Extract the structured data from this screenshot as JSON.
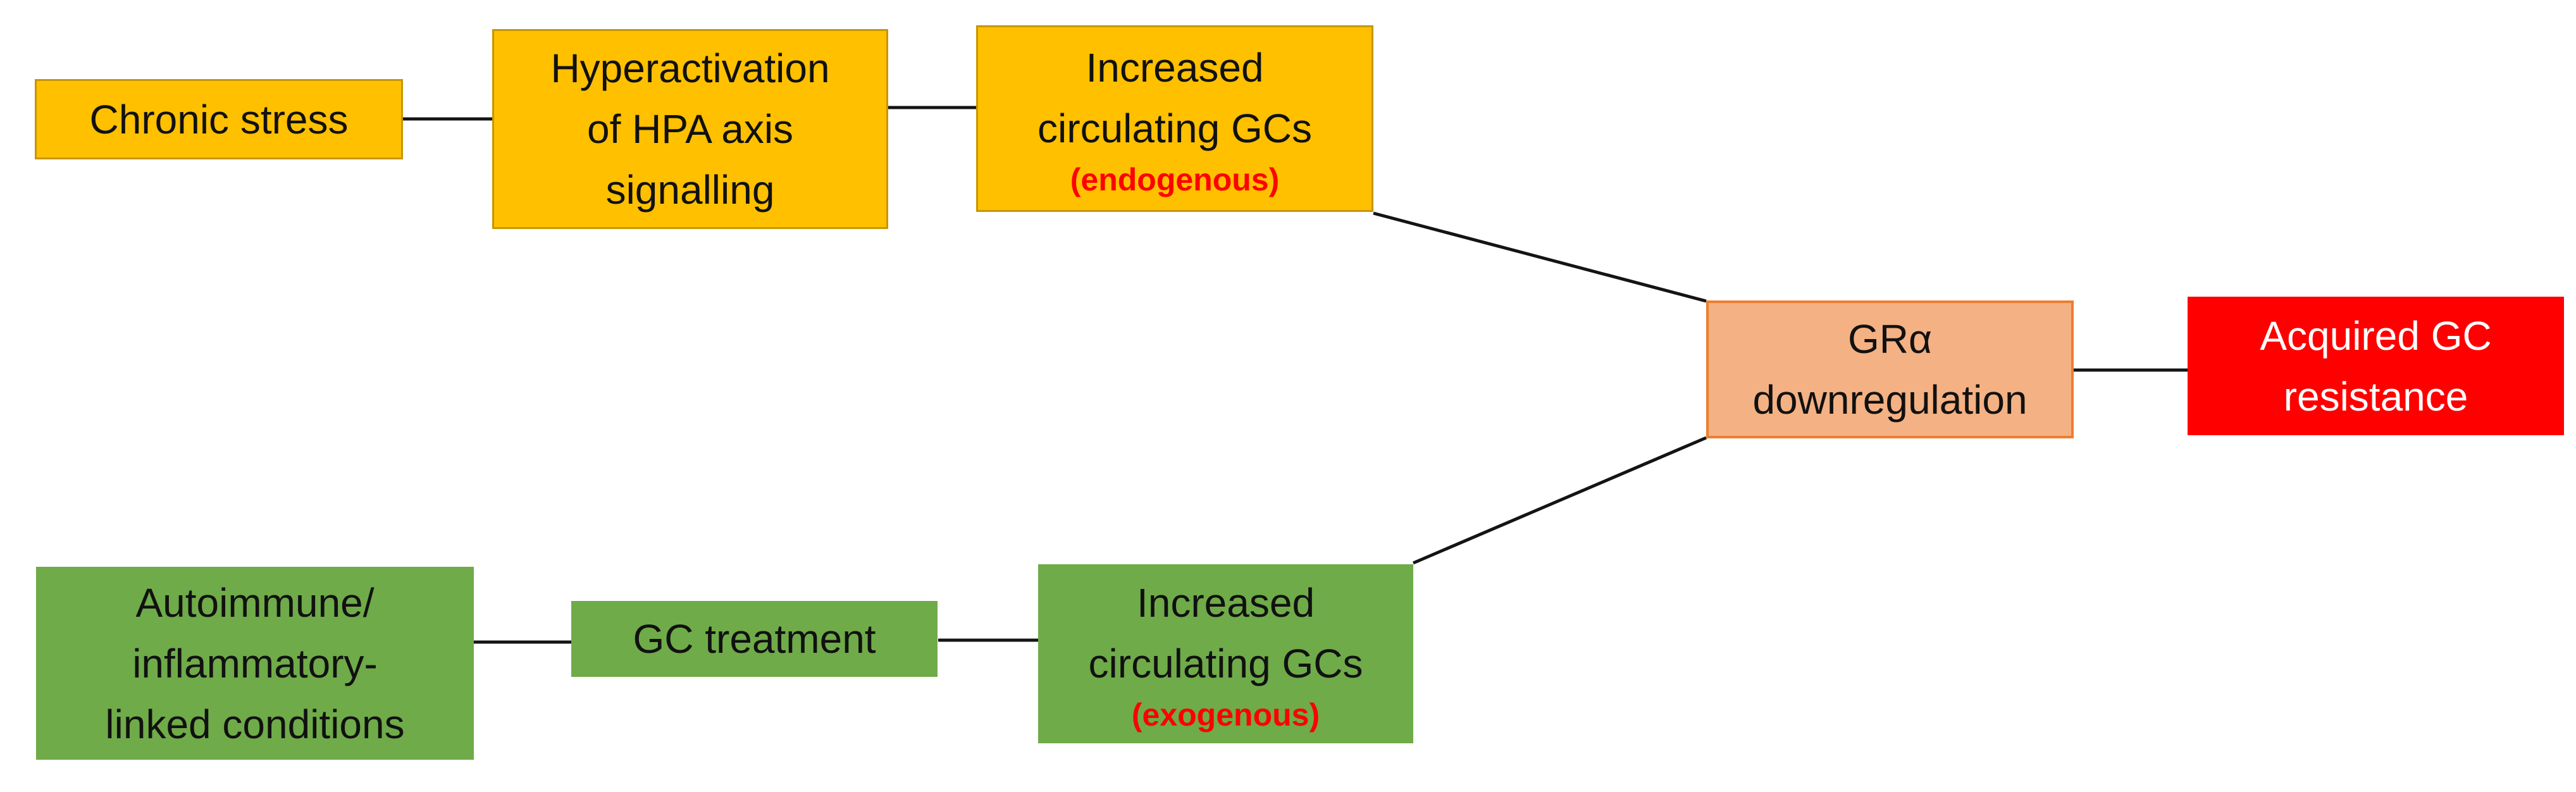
{
  "figure": {
    "type": "flow-diagram",
    "background": "#FFFFFF"
  },
  "colors": {
    "gold_fill": "#FFC000",
    "gold_border": "#C79600",
    "green_fill": "#6FAB49",
    "salmon_fill": "#F4B183",
    "salmon_border": "#ED7D31",
    "red_fill": "#FF0000",
    "red_text": "#FF0000",
    "black_text": "#111111",
    "white_text": "#FFFFFF",
    "edge_line": "#141414"
  },
  "nodes": {
    "chronic_stress": {
      "lines": [
        "Chronic stress"
      ],
      "fill": "#FFC000",
      "border": "#C79600",
      "text_color": "#111111"
    },
    "hpa_hyperactivation": {
      "lines": [
        "Hyperactivation",
        "of HPA axis",
        "signalling"
      ],
      "fill": "#FFC000",
      "border": "#C79600",
      "text_color": "#111111"
    },
    "increased_circulating_gcs_endogenous": {
      "lines": [
        "Increased",
        "circulating GCs"
      ],
      "sublabel": "(endogenous)",
      "sublabel_color": "#FF0000",
      "fill": "#FFC000",
      "border": "#C79600",
      "text_color": "#111111"
    },
    "autoimmune_inflammatory": {
      "lines": [
        "Autoimmune/",
        "inflammatory-",
        "linked conditions"
      ],
      "fill": "#6FAB49",
      "text_color": "#111111"
    },
    "gc_treatment": {
      "lines": [
        "GC treatment"
      ],
      "fill": "#6FAB49",
      "text_color": "#111111"
    },
    "increased_circulating_gcs_exogenous": {
      "lines": [
        "Increased",
        "circulating GCs"
      ],
      "sublabel": "(exogenous)",
      "sublabel_color": "#FF0000",
      "fill": "#6FAB49",
      "text_color": "#111111"
    },
    "gra_downregulation": {
      "lines": [
        "GRα",
        "downregulation"
      ],
      "fill": "#F4B183",
      "border": "#ED7D31",
      "text_color": "#111111"
    },
    "acquired_gc_resistance": {
      "lines": [
        "Acquired GC",
        "resistance"
      ],
      "fill": "#FF0000",
      "text_color": "#FFFFFF"
    }
  },
  "edges": [
    {
      "from": "chronic_stress",
      "to": "hpa_hyperactivation"
    },
    {
      "from": "hpa_hyperactivation",
      "to": "increased_circulating_gcs_endogenous"
    },
    {
      "from": "increased_circulating_gcs_endogenous",
      "to": "gra_downregulation"
    },
    {
      "from": "autoimmune_inflammatory",
      "to": "gc_treatment"
    },
    {
      "from": "gc_treatment",
      "to": "increased_circulating_gcs_exogenous"
    },
    {
      "from": "increased_circulating_gcs_exogenous",
      "to": "gra_downregulation"
    },
    {
      "from": "gra_downregulation",
      "to": "acquired_gc_resistance"
    }
  ]
}
